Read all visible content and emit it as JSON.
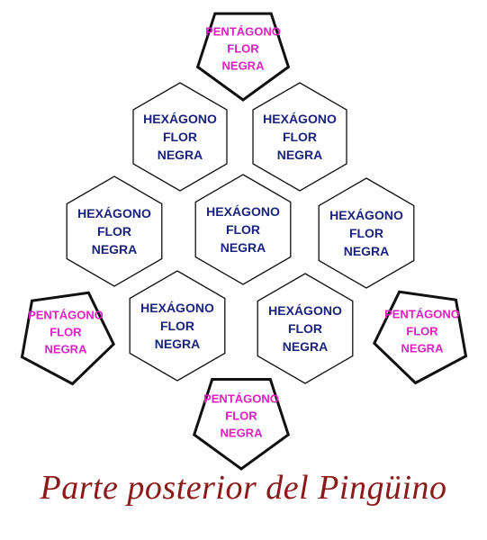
{
  "shapes": [
    {
      "kind": "pentagon",
      "lines": [
        "PENTÁGONO",
        "FLOR",
        "NEGRA"
      ]
    },
    {
      "kind": "hexagon",
      "lines": [
        "HEXÁGONO",
        "FLOR",
        "NEGRA"
      ]
    },
    {
      "kind": "hexagon",
      "lines": [
        "HEXÁGONO",
        "FLOR",
        "NEGRA"
      ]
    },
    {
      "kind": "hexagon",
      "lines": [
        "HEXÁGONO",
        "FLOR",
        "NEGRA"
      ]
    },
    {
      "kind": "hexagon",
      "lines": [
        "HEXÁGONO",
        "FLOR",
        "NEGRA"
      ]
    },
    {
      "kind": "hexagon",
      "lines": [
        "HEXÁGONO",
        "FLOR",
        "NEGRA"
      ]
    },
    {
      "kind": "pentagon",
      "lines": [
        "PENTÁGONO",
        "FLOR",
        "NEGRA"
      ]
    },
    {
      "kind": "hexagon",
      "lines": [
        "HEXÁGONO",
        "FLOR",
        "NEGRA"
      ]
    },
    {
      "kind": "hexagon",
      "lines": [
        "HEXÁGONO",
        "FLOR",
        "NEGRA"
      ]
    },
    {
      "kind": "pentagon",
      "lines": [
        "PENTÁGONO",
        "FLOR",
        "NEGRA"
      ]
    },
    {
      "kind": "pentagon",
      "lines": [
        "PENTÁGONO",
        "FLOR",
        "NEGRA"
      ]
    }
  ],
  "caption": "Parte posterior del Pingüino",
  "colors": {
    "pentagon_text": "#e020c0",
    "hexagon_text": "#1a237e",
    "outline": "#111111",
    "caption": "#8b1a1a"
  }
}
